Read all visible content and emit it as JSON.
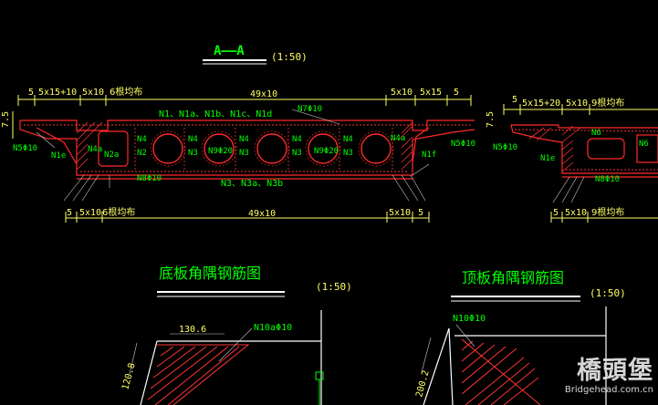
{
  "drawing": {
    "section_title": "A——A",
    "section_scale": "(1:50)",
    "bottom_corner_title": "底板角隅钢筋图",
    "bottom_corner_scale": "(1:50)",
    "top_corner_title": "顶板角隅钢筋图",
    "top_corner_scale": "(1:50)"
  },
  "left_section": {
    "top_dims": [
      "5",
      "5x15+10",
      "5x10",
      "6根均布",
      "49x10",
      "5x10",
      "5x15",
      "5"
    ],
    "left_dim": "7.5",
    "bar_labels_top": "N1、N1a、N1b、N1c、N1d",
    "n7": "N7Φ10",
    "n5_left": "N5Φ10",
    "n5_right": "N5Φ10",
    "n1e": "N1e",
    "n1f": "N1f",
    "n4a_left": "N4a",
    "n4a_right": "N4a",
    "n2a": "N2a",
    "n4": "N4",
    "n2": "N2",
    "n3": "N3",
    "n9": "N9Φ20",
    "n8": "N8Φ10",
    "bottom_label": "N3、N3a、N3b",
    "bottom_dims": [
      "5",
      "5x10",
      "6根均布",
      "49x10",
      "5x10",
      "5"
    ]
  },
  "right_section": {
    "top_dims": [
      "5",
      "5x15+20",
      "5x10",
      "9根均布"
    ],
    "left_dim": "7.5",
    "n5": "N5Φ10",
    "n1e": "N1e",
    "n6": "N6",
    "n8": "N8Φ10",
    "bottom_dims": [
      "5",
      "5x10",
      "9根均布"
    ]
  },
  "bottom_corner": {
    "dim_top": "130.6",
    "dim_side": "120.8",
    "bar": "N10aΦ10"
  },
  "top_corner": {
    "bar": "N10Φ10",
    "dim_side": "200.2"
  },
  "watermark": {
    "logo_text": "橋頭堡",
    "site": "Bridgehead.com.cn"
  },
  "colors": {
    "background": "#000000",
    "title": "#00ff00",
    "dimension": "#ffff66",
    "outline": "#ff2a2a",
    "label": "#00ff00",
    "hatch": "#ff3333",
    "construction": "#cccccc"
  }
}
